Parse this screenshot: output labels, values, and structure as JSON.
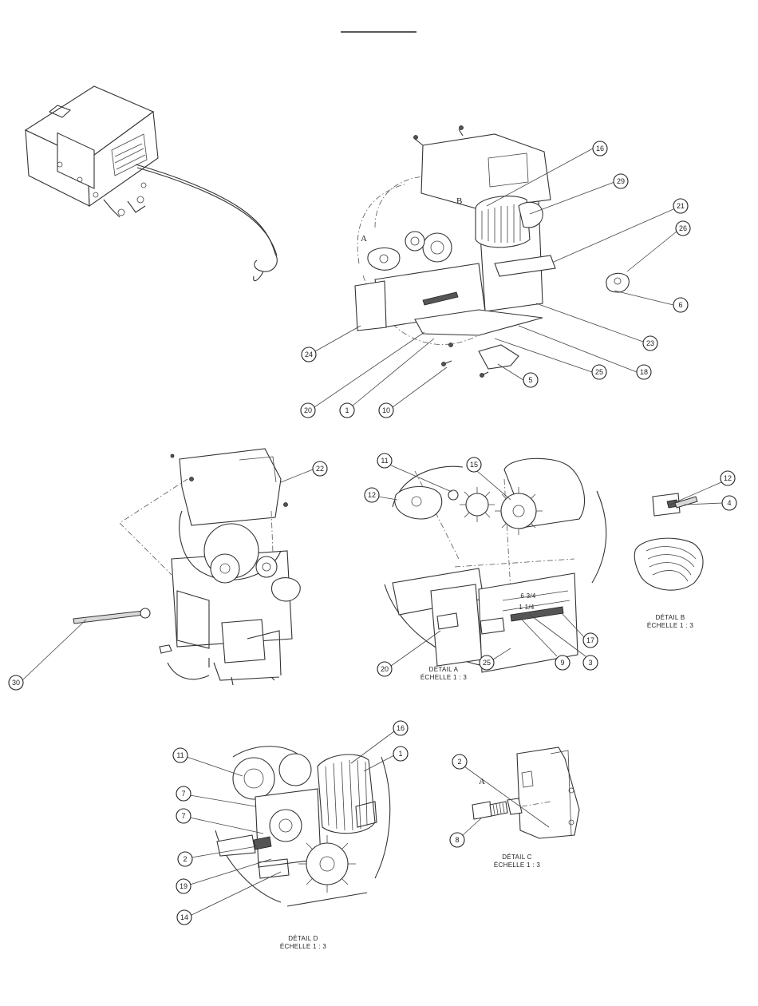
{
  "views": {
    "main_letter_b": "B",
    "main_letter_a": "A",
    "detail_c_letter": "A"
  },
  "details": {
    "a": {
      "title": "DÉTAIL A",
      "scale": "ÉCHELLE 1 : 3",
      "dim_1": "6 3/4",
      "dim_2": "1 1/4"
    },
    "b": {
      "title": "DÉTAIL B",
      "scale": "ÉCHELLE 1 : 3"
    },
    "c": {
      "title": "DÉTAIL C",
      "scale": "ÉCHELLE 1 : 3"
    },
    "d": {
      "title": "DÉTAIL D",
      "scale": "ÉCHELLE 1 : 3"
    }
  },
  "balloons": {
    "main": [
      "16",
      "29",
      "21",
      "26",
      "6",
      "23",
      "18",
      "25",
      "5",
      "24",
      "20",
      "1",
      "10"
    ],
    "rear": [
      "22",
      "30"
    ],
    "detail_a": [
      "11",
      "15",
      "12",
      "20",
      "25",
      "9",
      "3",
      "17"
    ],
    "detail_b": [
      "12",
      "4"
    ],
    "detail_d": [
      "11",
      "16",
      "1",
      "7",
      "7",
      "2",
      "19",
      "14"
    ],
    "detail_c": [
      "2",
      "8"
    ]
  }
}
